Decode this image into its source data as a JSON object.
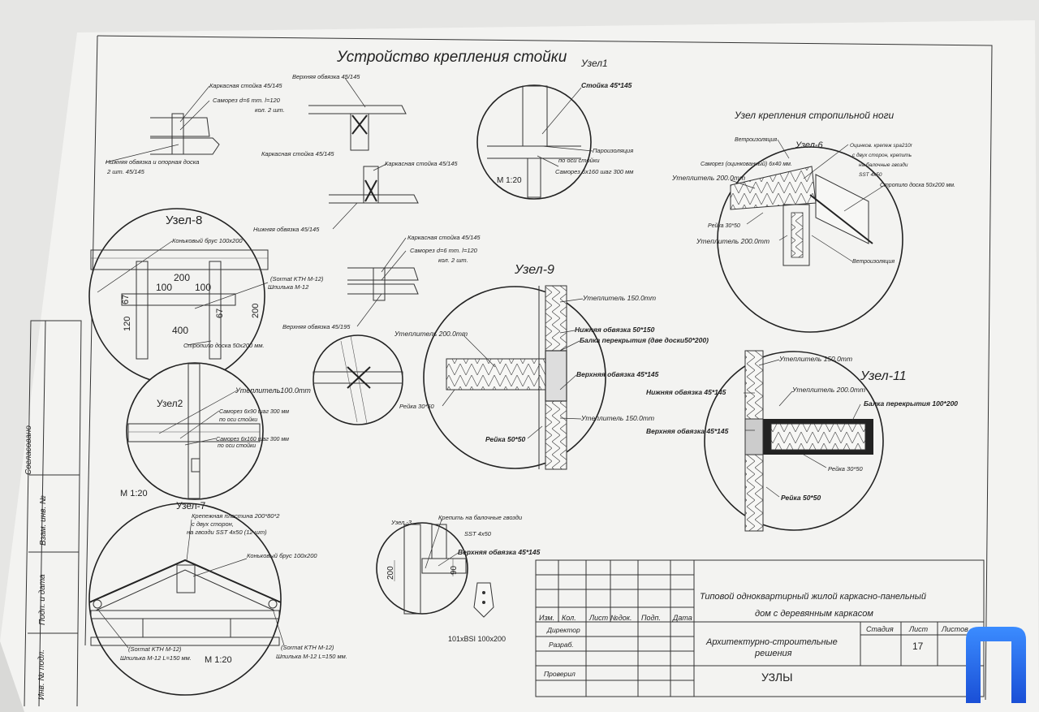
{
  "sheet": {
    "main_title": "Устройство крепления стойки",
    "rafter_title": "Узел крепления  стропильной ноги"
  },
  "top_left": {
    "labels": [
      "Каркасная стойка 45/145",
      "Саморез d=6 mm. l=120",
      "кол. 2 шт.",
      "Нижняя обвязка и опорная доска",
      "2 шт. 45/145"
    ]
  },
  "top_mid": {
    "labels": [
      "Верхняя обвязка  45/145",
      "Каркасная стойка 45/145",
      "Каркасная стойка 45/145",
      "Нижняя обвязка  45/145"
    ]
  },
  "mid_detail": {
    "labels": [
      "Каркасная стойка 45/145",
      "Саморез d=6 mm. l=120",
      "кол. 2 шт.",
      "Верхняя обвязка 45/195"
    ]
  },
  "uzel1": {
    "title": "Узел1",
    "labels": [
      "Стойка 45*145",
      "Пароизоляция",
      "по оси стойки",
      "Саморез 6х160 шаг 300 мм"
    ],
    "scale": "М 1:20"
  },
  "uzel6": {
    "title": "Узел-6",
    "labels": [
      "Ветроизоляция",
      "Оцинков. крепеж spa210r",
      "с двух сторон, крепить",
      "на балочные гвозди",
      "SST 4x50",
      "Саморез (оцинкованный) 6х40 мм.",
      "Утеплитель 200.0mm",
      "Стропило  доска 50х200 мм.",
      "Рейка 30*50",
      "Утеплитель 200.0mm",
      "Ветроизоляция"
    ]
  },
  "uzel8": {
    "title": "Узел-8",
    "labels": [
      "Коньковый брус 100х200",
      "(Sormat KTH M-12)",
      "Шпилька М-12",
      "Стропило  доска 50х200 мм."
    ],
    "dims": [
      "200",
      "100",
      "100",
      "67",
      "120",
      "67",
      "200",
      "400"
    ]
  },
  "uzel9": {
    "title": "Узел-9",
    "labels": [
      "Утеплитель 150.0mm",
      "Нижняя обвязка 50*150",
      "Утеплитель 200.0mm",
      "Балка перекрытия (две доски50*200)",
      "Верхняя обвязка 45*145",
      "Рейка 30*50",
      "Утеплитель  150.0mm",
      "Рейка 50*50"
    ]
  },
  "uzel11": {
    "title": "Узел-11",
    "labels": [
      "Утеплитель 150.0mm",
      "Утеплитель 200.0mm",
      "Нижняя обвязка 45*145",
      "Балка перекрытия 100*200",
      "Верхняя обвязка 45*145",
      "Рейка 30*50",
      "Рейка 50*50"
    ]
  },
  "uzel2": {
    "title": "Узел2",
    "labels": [
      "Утеплитель100.0mm",
      "Саморез 6х90 шаг 300 мм",
      "по оси стойки",
      "Саморез 6х160 шаг 300 мм",
      "по оси стойки"
    ],
    "scale": "М 1:20"
  },
  "uzel7": {
    "title": "Узел-7",
    "labels": [
      "Крепежная пластина 200*80*2",
      "с двух сторон,",
      "на гвозди SST 4х50 (12 шт)",
      "Коньковый брус 100х200",
      "(Sormat KTH M-12)",
      "Шпилька М-12 L=150 мм.",
      "(Sormat KTH M-12)",
      "Шпилька М-12 L=150 мм."
    ],
    "scale": "М 1:20"
  },
  "uzel3": {
    "title": "Узел -3",
    "labels": [
      "Крепить на балочные гвозди",
      "SST 4x50",
      "Верхняя обвязка 45*145",
      "101xBSI 100х200"
    ],
    "dims": [
      "200",
      "90"
    ]
  },
  "side_stamp": {
    "labels": [
      "Согласовано",
      "Взам. инв. №",
      "Подп. и дата",
      "Инв. № подл."
    ]
  },
  "title_block": {
    "project": "Типовой одноквартирный жилой каркасно-панельный",
    "project_line2": "дом с деревянным каркасом",
    "headers": [
      "Изм.",
      "Кол.",
      "Лист",
      "№док.",
      "Подп.",
      "Дата"
    ],
    "roles": [
      "Директор",
      "Разраб.",
      "Проверил"
    ],
    "section": "Архитектурно-строительные",
    "section_line2": "решения",
    "stage_header": "Стадия",
    "sheet_header": "Лист",
    "sheets_header": "Листов",
    "sheet_number": "17",
    "drawing_name": "УЗЛЫ"
  },
  "colors": {
    "paper": "#f3f3f1",
    "line": "#222222",
    "logo_blue": "#1f6bf0"
  },
  "icons": {
    "logo": "logo-icon"
  }
}
